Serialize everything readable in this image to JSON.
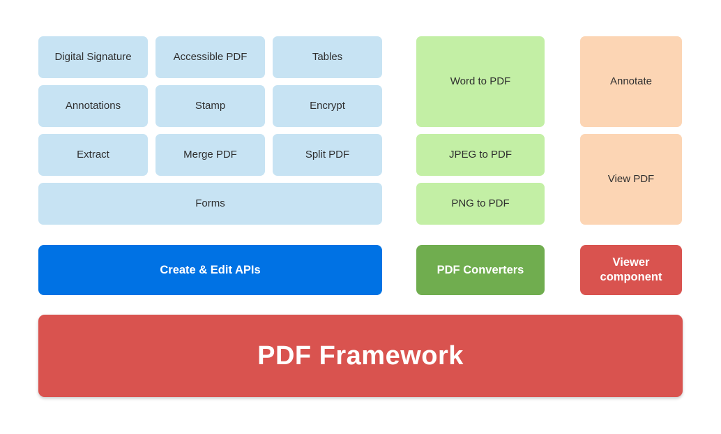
{
  "diagram": {
    "base_label": "PDF Framework",
    "groups": {
      "create_edit": {
        "features": [
          "Digital Signature",
          "Accessible PDF",
          "Tables",
          "Annotations",
          "Stamp",
          "Encrypt",
          "Extract",
          "Merge PDF",
          "Split PDF",
          "Forms"
        ],
        "button_label": "Create & Edit APIs"
      },
      "converters": {
        "features": [
          "Word to PDF",
          "JPEG to PDF",
          "PNG to PDF"
        ],
        "button_label": "PDF Converters"
      },
      "viewer": {
        "features": [
          "Annotate",
          "View PDF"
        ],
        "button_label": "Viewer component"
      }
    },
    "colors": {
      "feature_blue": "#C7E3F3",
      "feature_green": "#C3EFA5",
      "feature_peach": "#FCD5B4",
      "button_blue": "#0072E4",
      "button_green": "#70AD4F",
      "button_red": "#D9534F",
      "banner_red": "#D9534F",
      "text_dark": "#2F2F2F",
      "text_light": "#FFFFFF"
    }
  }
}
